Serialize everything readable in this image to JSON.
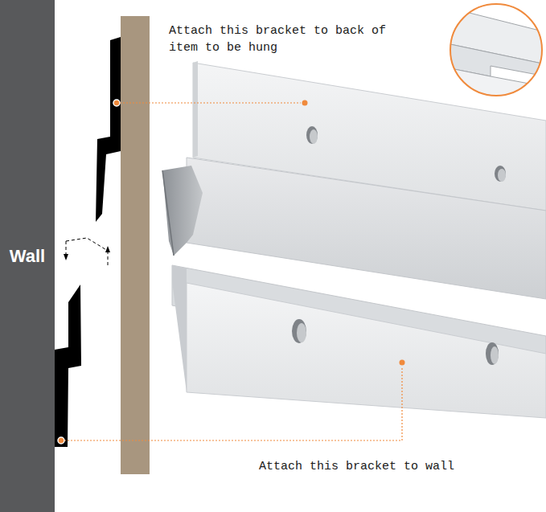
{
  "diagram": {
    "nodes": [
      {
        "text": [
          "Wall"
        ]
      }
    ],
    "labels": [
      "Attach this bracket to back of item to be hung",
      "Attach this bracket to wall"
    ]
  }
}
